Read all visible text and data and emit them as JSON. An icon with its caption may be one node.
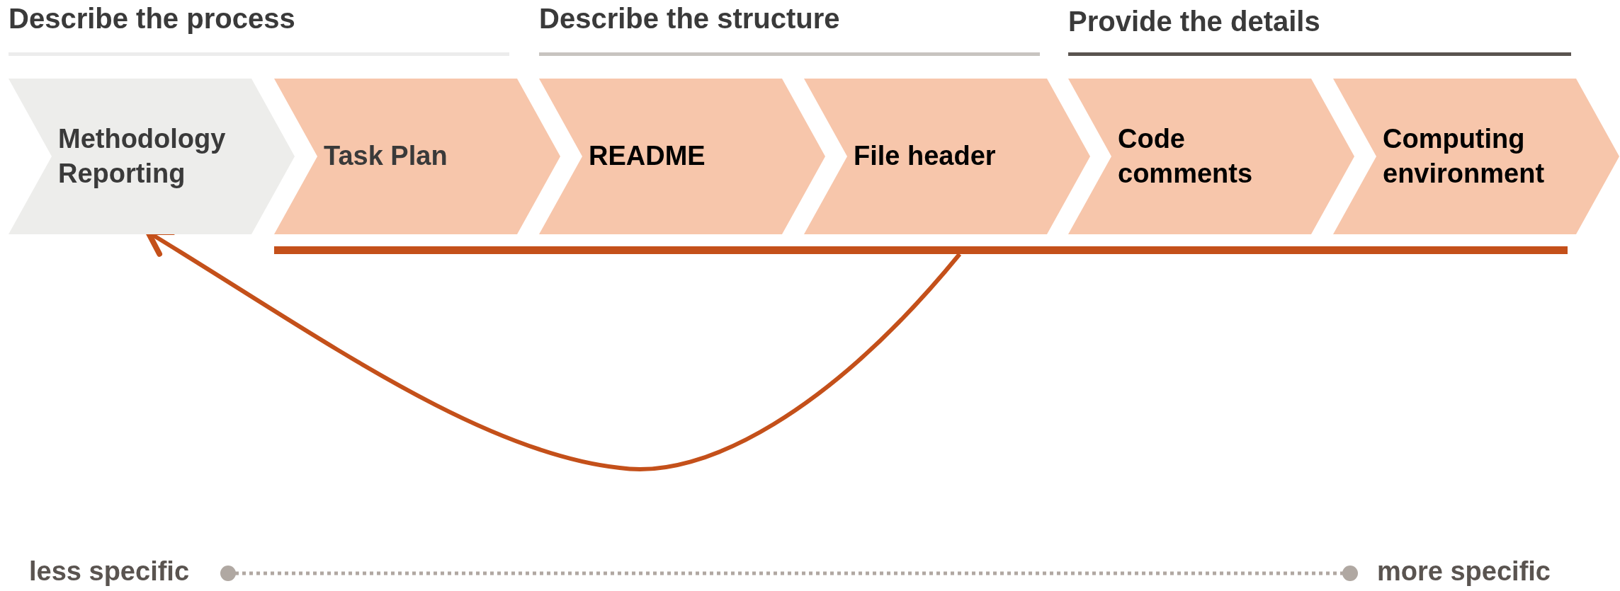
{
  "diagram": {
    "nodes": [
      {
        "text": [
          "Methodology Reporting"
        ]
      },
      {
        "text": [
          "Task Plan"
        ]
      },
      {
        "text": [
          "README"
        ]
      },
      {
        "text": [
          "File header"
        ]
      },
      {
        "text": [
          "Code comments"
        ]
      },
      {
        "text": [
          "Computing environment"
        ]
      },
      {
        "text": [],
        "shape": "bar"
      }
    ],
    "edges": [
      {
        "from": 6,
        "to": 0,
        "arrow": "to"
      }
    ],
    "labels": [
      "Describe the process",
      "Describe the structure",
      "Provide the details",
      "less specific",
      "more specific"
    ]
  }
}
